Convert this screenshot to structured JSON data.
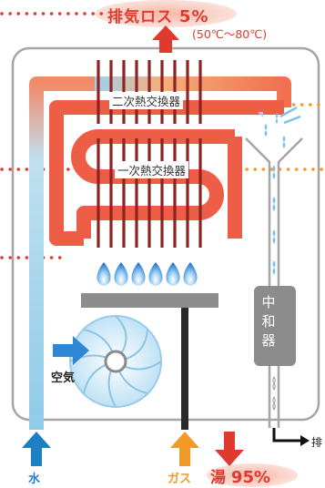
{
  "exhaust": {
    "label": "排気ロス",
    "percent": "5%",
    "temperature": "(50℃〜80℃)"
  },
  "heat_exchangers": {
    "secondary": "二次熱交換器",
    "primary": "一次熱交換器"
  },
  "neutralizer": [
    "中",
    "和",
    "器"
  ],
  "air": "空気",
  "water": "水",
  "gas": "ガス",
  "hot_water": {
    "label": "湯",
    "percent": "95%"
  },
  "drain": "排",
  "colors": {
    "hot": "#e9543e",
    "cold": "#7cc3e8",
    "gas": "#f39a26",
    "flame": "#2e86d4",
    "outline": "#9d9d9d",
    "neutralizer": "#8c8c8c",
    "fins": "#8f2323"
  }
}
